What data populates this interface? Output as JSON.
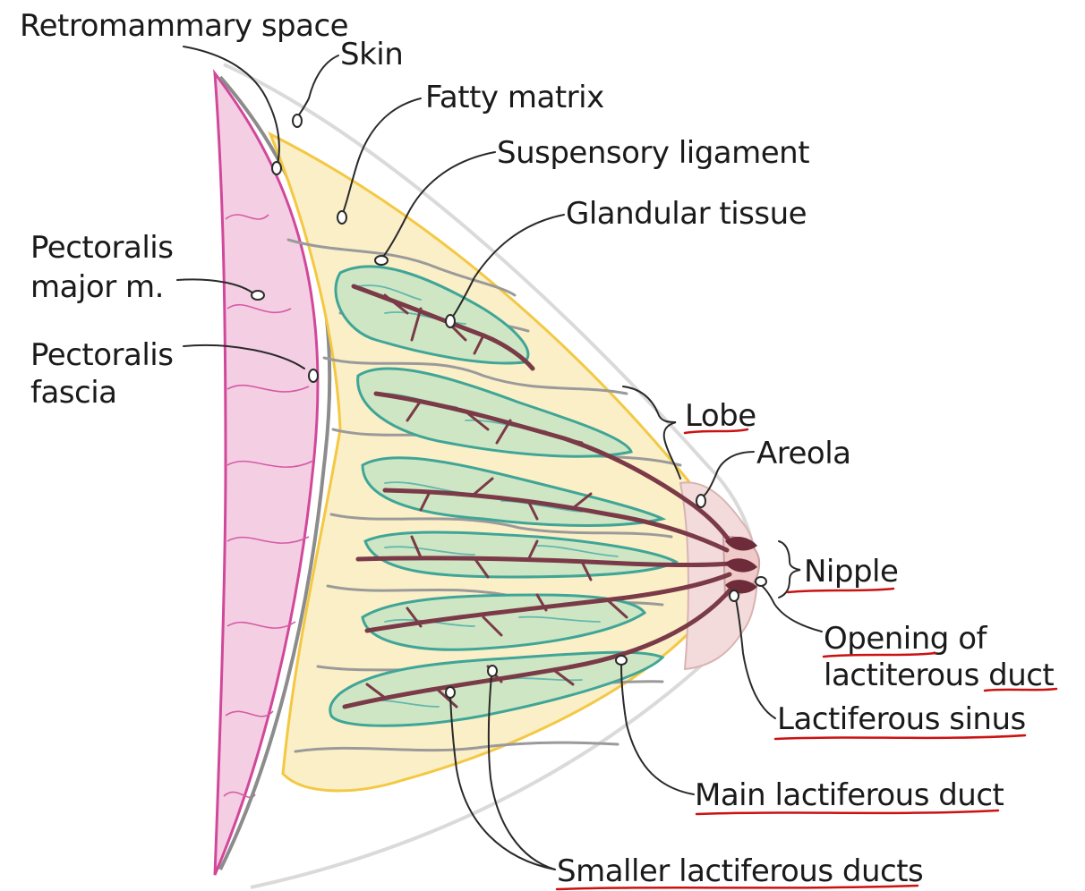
{
  "labels": {
    "retromammary_space": "Retromammary space",
    "skin": "Skin",
    "fatty_matrix": "Fatty matrix",
    "suspensory_ligament": "Suspensory ligament",
    "glandular_tissue": "Glandular tissue",
    "pectoralis_major_line1": "Pectoralis",
    "pectoralis_major_line2": "major m.",
    "pectoralis_fascia_line1": "Pectoralis",
    "pectoralis_fascia_line2": "fascia",
    "lobe": "Lobe",
    "areola": "Areola",
    "nipple": "Nipple",
    "opening_line1_word1": "Opening",
    "opening_line1_word2": "of",
    "opening_line2_word1": "lactiterous",
    "opening_line2_word2": "duct",
    "lactiferous_sinus": "Lactiferous sinus",
    "main_lactiferous_duct": "Main lactiferous duct",
    "smaller_lactiferous_ducts": "Smaller lactiferous ducts"
  },
  "colors": {
    "muscle": "#f4cfe3",
    "muscle_outline": "#d1489b",
    "fat": "#fbefc8",
    "fat_outline": "#f3c842",
    "lobe_fill": "#cfe6c4",
    "lobe_outline": "#3fa597",
    "duct": "#7a3a47",
    "areola": "#f3dbdb",
    "annotation_underline": "#cc1111"
  }
}
